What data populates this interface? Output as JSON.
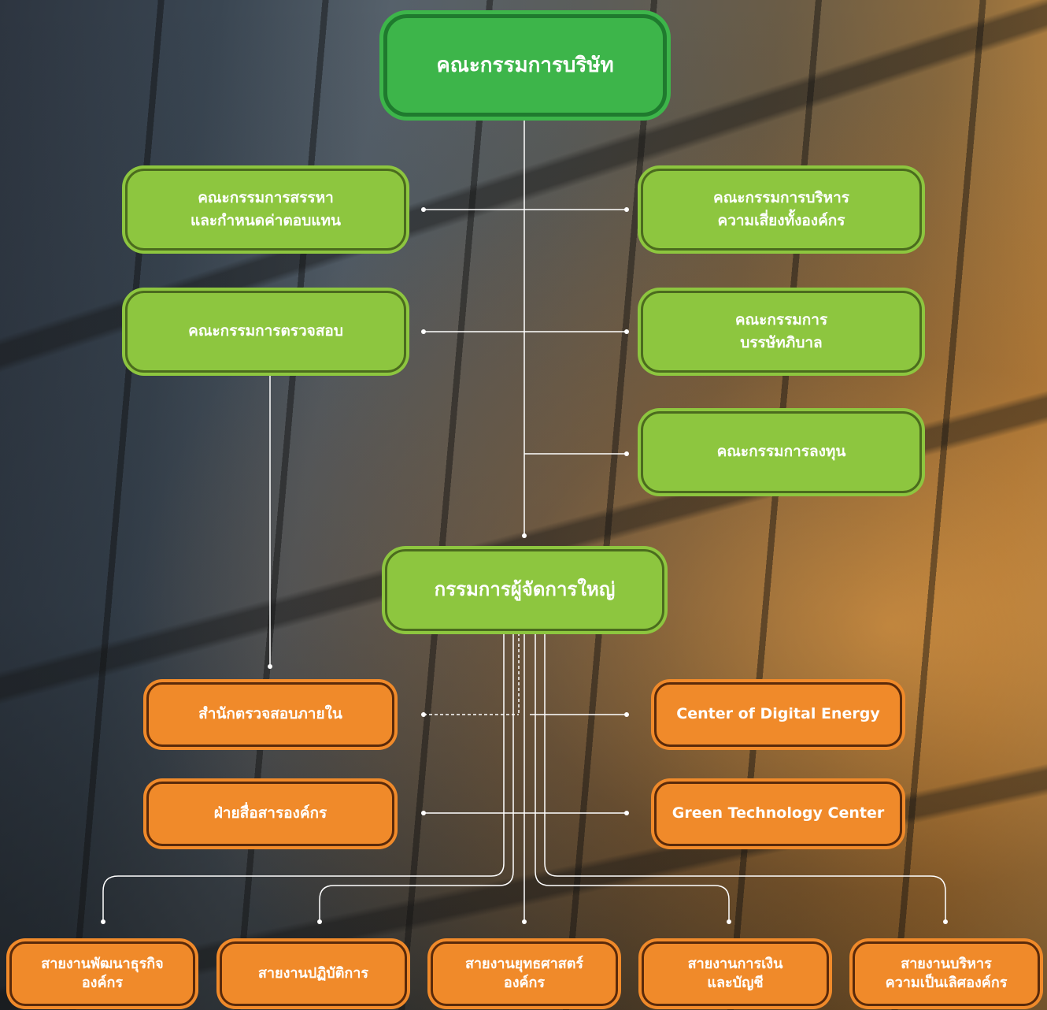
{
  "board": {
    "label": "คณะกรรมการบริษัท",
    "color": "#3db54a"
  },
  "committees_left": [
    {
      "label": "คณะกรรมการสรรหา\nและกำหนดค่าตอบแทน"
    },
    {
      "label": "คณะกรรมการตรวจสอบ"
    }
  ],
  "committees_right": [
    {
      "label": "คณะกรรมการบริหาร\nความเสี่ยงทั้งองค์กร"
    },
    {
      "label": "คณะกรรมการ\nบรรษัทภิบาล"
    },
    {
      "label": "คณะกรรมการลงทุน"
    }
  ],
  "ceo": {
    "label": "กรรมการผู้จัดการใหญ่",
    "color": "#8dc63f"
  },
  "units_left": [
    {
      "label": "สำนักตรวจสอบภายใน"
    },
    {
      "label": "ฝ่ายสื่อสารองค์กร"
    }
  ],
  "units_right": [
    {
      "label": "Center of Digital Energy"
    },
    {
      "label": "Green Technology Center"
    }
  ],
  "divisions": [
    {
      "label": "สายงานพัฒนาธุรกิจ\nองค์กร"
    },
    {
      "label": "สายงานปฏิบัติการ"
    },
    {
      "label": "สายงานยุทธศาสตร์\nองค์กร"
    },
    {
      "label": "สายงานการเงิน\nและบัญชี"
    },
    {
      "label": "สายงานบริหาร\nความเป็นเลิศองค์กร"
    }
  ],
  "colors": {
    "committee": "#8dc63f",
    "unit": "#f08a2a",
    "connector": "#ffffff"
  }
}
